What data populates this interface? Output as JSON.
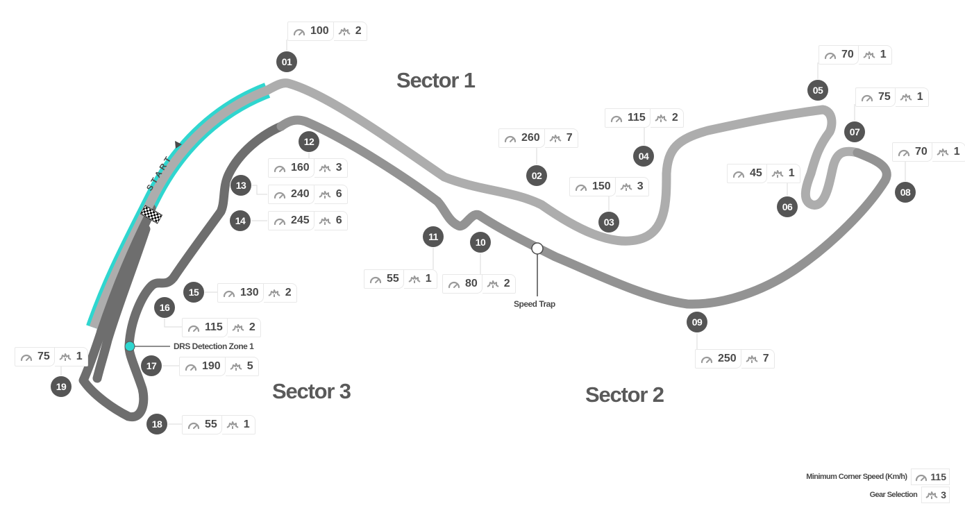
{
  "colors": {
    "track_sector1": "#adadad",
    "track_sector2": "#939393",
    "track_sector3": "#6e6e6e",
    "drs_zone": "#2fd6cf",
    "badge_bg": "#555555",
    "text": "#4a4a4a",
    "icon": "#9a9a9a"
  },
  "sectors": [
    {
      "id": "sector-1",
      "label": "Sector 1"
    },
    {
      "id": "sector-2",
      "label": "Sector 2"
    },
    {
      "id": "sector-3",
      "label": "Sector 3"
    }
  ],
  "start": {
    "label": "START",
    "icons": [
      "start-arrow-icon",
      "checkered-flag-icon"
    ]
  },
  "corners": [
    {
      "turn": "01",
      "speed": "100",
      "gear": "2"
    },
    {
      "turn": "02",
      "speed": "260",
      "gear": "7"
    },
    {
      "turn": "03",
      "speed": "150",
      "gear": "3"
    },
    {
      "turn": "04",
      "speed": "115",
      "gear": "2"
    },
    {
      "turn": "05",
      "speed": "70",
      "gear": "1"
    },
    {
      "turn": "06",
      "speed": "45",
      "gear": "1"
    },
    {
      "turn": "07",
      "speed": "75",
      "gear": "1"
    },
    {
      "turn": "08",
      "speed": "70",
      "gear": "1"
    },
    {
      "turn": "09",
      "speed": "250",
      "gear": "7"
    },
    {
      "turn": "10",
      "speed": "80",
      "gear": "2"
    },
    {
      "turn": "11",
      "speed": "55",
      "gear": "1"
    },
    {
      "turn": "12",
      "speed": "160",
      "gear": "3"
    },
    {
      "turn": "13",
      "speed": "240",
      "gear": "6"
    },
    {
      "turn": "14",
      "speed": "245",
      "gear": "6"
    },
    {
      "turn": "15",
      "speed": "130",
      "gear": "2"
    },
    {
      "turn": "16",
      "speed": "115",
      "gear": "2"
    },
    {
      "turn": "17",
      "speed": "190",
      "gear": "5"
    },
    {
      "turn": "18",
      "speed": "55",
      "gear": "1"
    },
    {
      "turn": "19",
      "speed": "75",
      "gear": "1"
    }
  ],
  "markers": {
    "speed_trap": "Speed Trap",
    "drs_detection": "DRS Detection Zone 1"
  },
  "legend": {
    "speed_label": "Minimum Corner Speed (Km/h)",
    "speed_example": "115",
    "speed_icon": "speedometer-icon",
    "gear_label": "Gear Selection",
    "gear_example": "3",
    "gear_icon": "gear-icon"
  }
}
